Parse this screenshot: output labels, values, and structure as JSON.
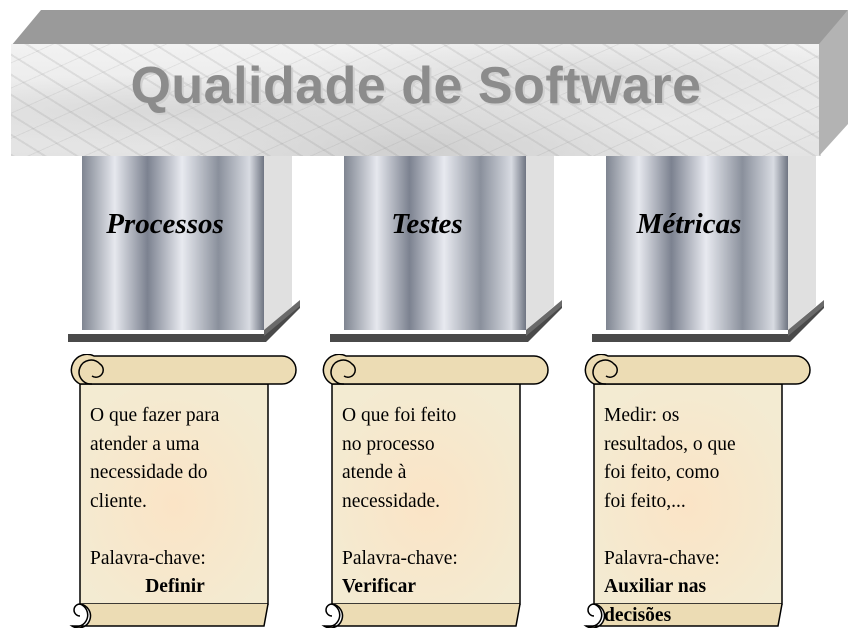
{
  "title": "Qualidade de Software",
  "pillars": [
    {
      "label": "Processos",
      "description": [
        "O que fazer para",
        "atender a uma",
        "necessidade do",
        "cliente."
      ],
      "keyword_label": "Palavra-chave:",
      "keyword": [
        "Definir"
      ]
    },
    {
      "label": "Testes",
      "description": [
        "O que foi feito",
        "no processo",
        "atende à",
        "necessidade."
      ],
      "keyword_label": "Palavra-chave:",
      "keyword": [
        "Verificar"
      ]
    },
    {
      "label": "Métricas",
      "description": [
        "Medir: os",
        "resultados, o que",
        "foi feito, como",
        "foi feito,..."
      ],
      "keyword_label": "Palavra-chave:",
      "keyword": [
        "Auxiliar nas",
        "decisões"
      ]
    }
  ],
  "colors": {
    "beam_top": "#9a9a9a",
    "beam_side": "#b0b0b0",
    "title_text": "#8c8c8c",
    "pillar_base": "#555555",
    "scroll_fill": "#f5ecd2",
    "scroll_roll": "#e6d6ad"
  }
}
